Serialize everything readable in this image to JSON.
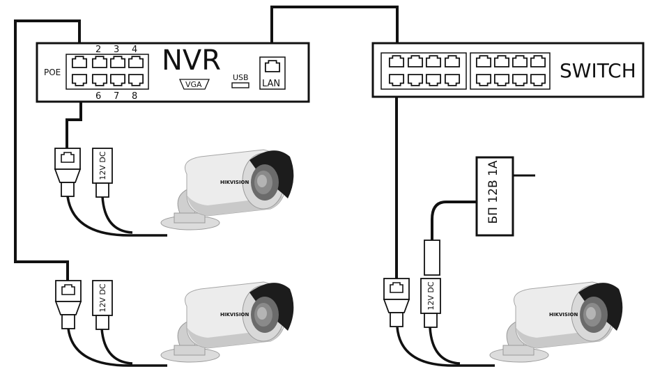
{
  "nvr": {
    "title": "NVR",
    "poe_label": "POE",
    "ports_top": [
      "2",
      "3",
      "4"
    ],
    "ports_bottom": [
      "6",
      "7",
      "8"
    ],
    "vga_label": "VGA",
    "usb_label": "USB",
    "lan_label": "LAN"
  },
  "switch": {
    "title": "SWITCH"
  },
  "power_supply": {
    "label": "БП 12В 1А"
  },
  "connectors": {
    "dc_label": "12V DC"
  },
  "cameras": {
    "brand": "HIKVISION"
  },
  "colors": {
    "line": "#111111",
    "camera_body": "#e8e8e8",
    "camera_shade": "#bdbdbd",
    "camera_visor": "#1a1a1a"
  }
}
